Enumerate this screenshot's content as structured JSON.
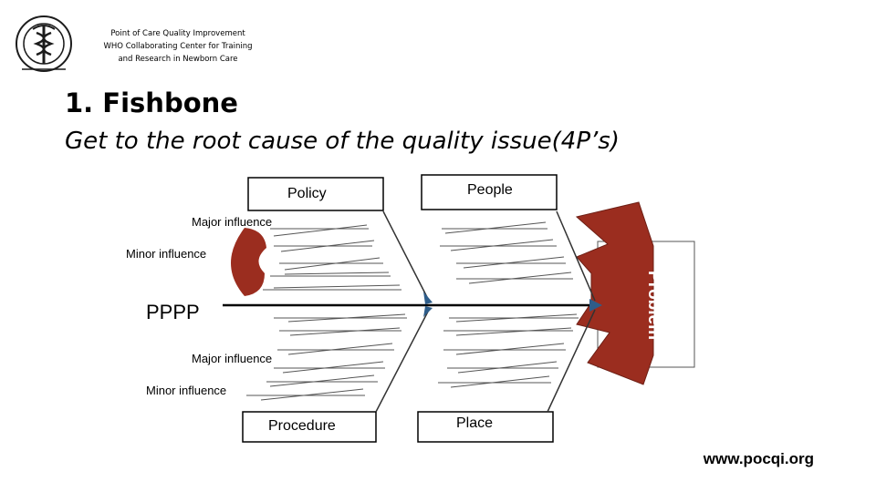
{
  "header": {
    "line1": "Point of Care Quality Improvement",
    "line2": "WHO Collaborating Center for Training",
    "line3": "and Research in Newborn Care"
  },
  "title": "1. Fishbone",
  "subtitle": "Get to the root cause of the quality issue(4P’s)",
  "fishbone": {
    "categories": {
      "policy": "Policy",
      "people": "People",
      "procedure": "Procedure",
      "place": "Place"
    },
    "head_label": "Problem",
    "tail_label": "PPPP",
    "influence_labels": {
      "major_top": "Major influence",
      "minor_top": "Minor influence",
      "major_bottom": "Major influence",
      "minor_bottom": "Minor influence"
    }
  },
  "footer": {
    "url": "www.pocqi.org"
  },
  "colors": {
    "head_fill": "#9b2d1f",
    "tail_fill": "#9b2d1f",
    "spine": "#000000"
  }
}
